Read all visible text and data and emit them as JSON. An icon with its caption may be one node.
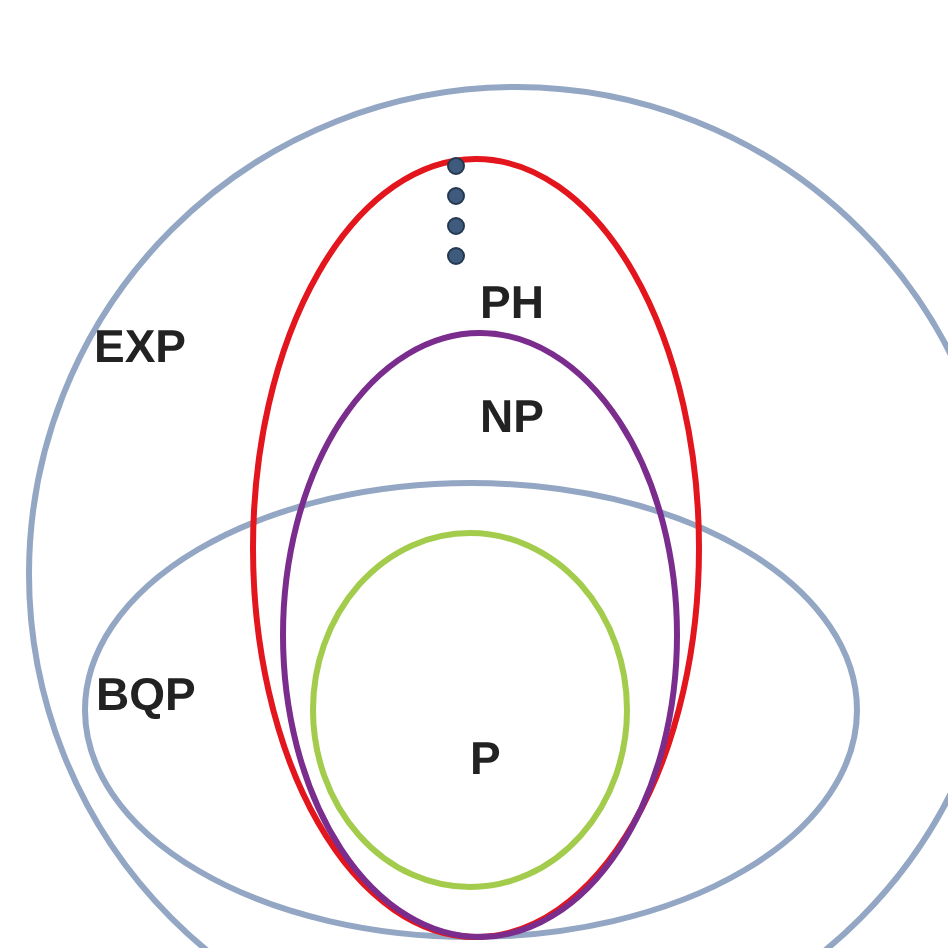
{
  "diagram": {
    "nodes": [
      {
        "text": [
          "EXP"
        ]
      },
      {
        "text": [
          "PH"
        ],
        "in": 0
      },
      {
        "text": [
          "NP"
        ],
        "in": 1
      },
      {
        "text": [
          "BQP"
        ],
        "in": 0
      },
      {
        "text": [
          "P"
        ]
      }
    ]
  }
}
